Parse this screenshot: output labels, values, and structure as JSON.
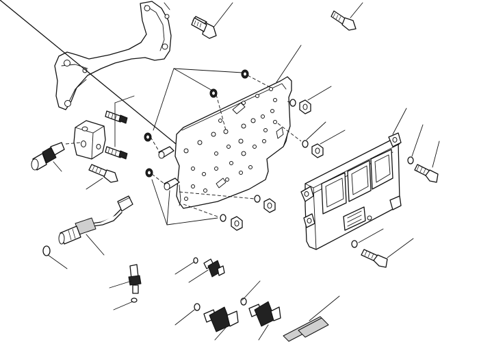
{
  "diagram": {
    "colors": {
      "line": "#111111",
      "background": "#ffffff",
      "shade": "#cfcfcf"
    },
    "parts": [
      {
        "name": "mounting-bracket"
      },
      {
        "name": "bracket-bolt"
      },
      {
        "name": "top-right-bolt"
      },
      {
        "name": "ecm-mounting-plate"
      },
      {
        "name": "sensor-bracket-block"
      },
      {
        "name": "pressure-sensor"
      },
      {
        "name": "stud-bolts"
      },
      {
        "name": "wiring-harness-sensor"
      },
      {
        "name": "o-ring"
      },
      {
        "name": "engine-control-module"
      },
      {
        "name": "module-washer-bolt"
      },
      {
        "name": "plate-nuts-and-washers"
      },
      {
        "name": "small-temperature-sensor"
      },
      {
        "name": "pressure-switch"
      },
      {
        "name": "large-temperature-sensors"
      },
      {
        "name": "shim-plates"
      }
    ]
  }
}
